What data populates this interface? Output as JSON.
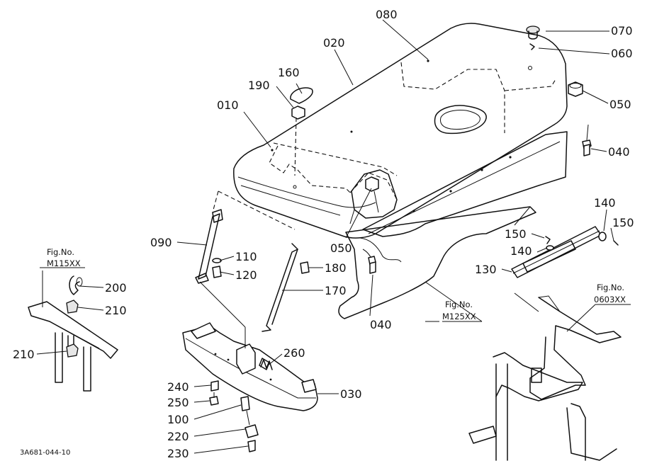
{
  "diagram": {
    "part_labels": {
      "p010": "010",
      "p020": "020",
      "p030": "030",
      "p040a": "040",
      "p040b": "040",
      "p050a": "050",
      "p050b": "050",
      "p060": "060",
      "p070": "070",
      "p080": "080",
      "p090": "090",
      "p100": "100",
      "p110": "110",
      "p120": "120",
      "p130": "130",
      "p140a": "140",
      "p140b": "140",
      "p150a": "150",
      "p150b": "150",
      "p160": "160",
      "p170": "170",
      "p180": "180",
      "p190": "190",
      "p200": "200",
      "p210a": "210",
      "p210b": "210",
      "p220": "220",
      "p230": "230",
      "p240": "240",
      "p250": "250",
      "p260": "260"
    },
    "figure_refs": {
      "m115_title": "Fig.No.",
      "m115_code": "M115XX",
      "m125_title": "Fig.No.",
      "m125_code": "M125XX",
      "f0603_title": "Fig.No.",
      "f0603_code": "0603XX"
    },
    "drawing_code": "3A681-044-10"
  }
}
